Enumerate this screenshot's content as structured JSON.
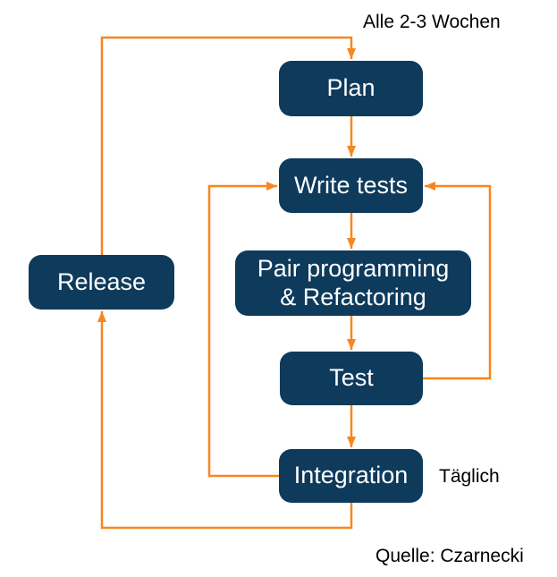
{
  "labels": {
    "cycle_note": "Alle 2-3 Wochen",
    "daily_note": "Täglich",
    "source": "Quelle: Czarnecki"
  },
  "boxes": {
    "plan": "Plan",
    "write_tests": "Write tests",
    "pair_programming_line1": "Pair programming",
    "pair_programming_line2": "& Refactoring",
    "test": "Test",
    "integration": "Integration",
    "release": "Release"
  },
  "colors": {
    "box_fill": "#0E3A5C",
    "box_text": "#FFFFFF",
    "arrow": "#F7861E",
    "note_text": "#000000",
    "page_bg": "#FFFFFF"
  }
}
